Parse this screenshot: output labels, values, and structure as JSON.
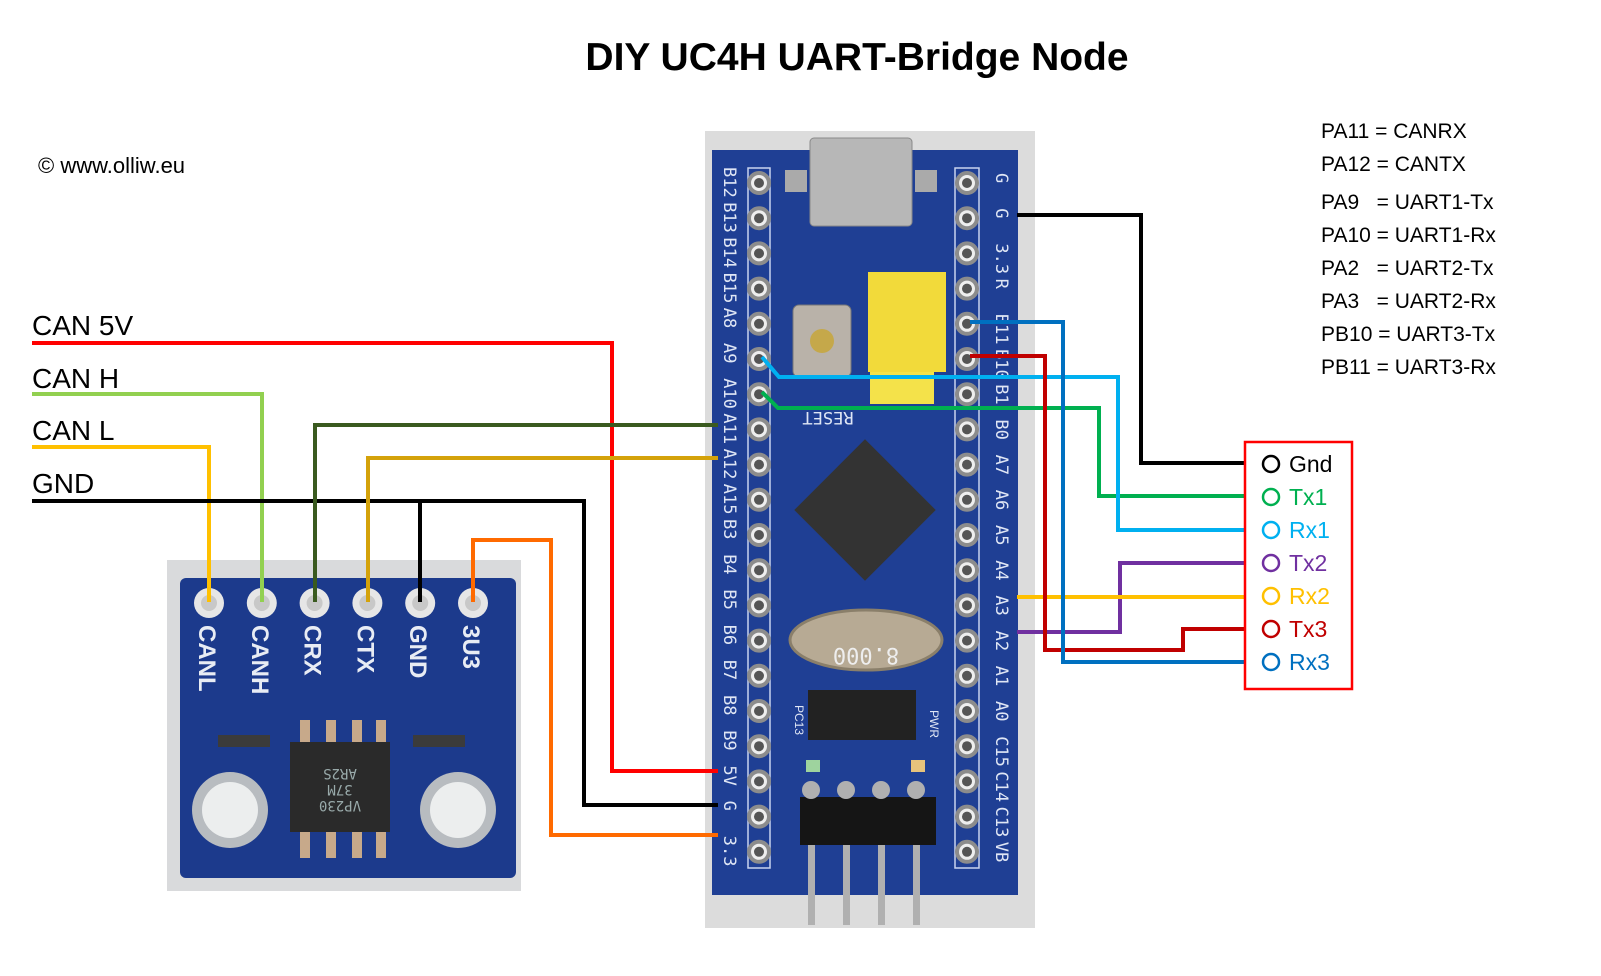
{
  "title": "DIY UC4H UART-Bridge Node",
  "copyright": "© www.olliw.eu",
  "can_bus_labels": [
    "CAN 5V",
    "CAN H",
    "CAN L",
    "GND"
  ],
  "can_module": {
    "pins": [
      "CANL",
      "CANH",
      "CRX",
      "CTX",
      "GND",
      "3U3"
    ],
    "chip_marking": [
      "VP230",
      "37M",
      "AR2S"
    ]
  },
  "mcu_board": {
    "left_pins": [
      "B12",
      "B13",
      "B14",
      "B15",
      "A8",
      "A9",
      "A10",
      "A11",
      "A12",
      "A15",
      "B3",
      "B4",
      "B5",
      "B6",
      "B7",
      "B8",
      "B9",
      "5V",
      "G",
      "3.3"
    ],
    "right_pins": [
      "G",
      "G",
      "3.3",
      "R",
      "B11",
      "B10",
      "B1",
      "B0",
      "A7",
      "A6",
      "A5",
      "A4",
      "A3",
      "A2",
      "A1",
      "A0",
      "C15",
      "C14",
      "C13",
      "VB"
    ],
    "reset_label": "RESET",
    "crystal_marking": "8.000",
    "pwr_label": "PWR",
    "pc13_label": "PC13"
  },
  "pin_map": [
    "PA11 = CANRX",
    "PA12 = CANTX",
    "PA9   = UART1-Tx",
    "PA10 = UART1-Rx",
    "PA2   = UART2-Tx",
    "PA3   = UART2-Rx",
    "PB10 = UART3-Tx",
    "PB11 = UART3-Rx"
  ],
  "connector": {
    "pins": [
      {
        "label": "Gnd",
        "color": "#000000"
      },
      {
        "label": "Tx1",
        "color": "#00b050"
      },
      {
        "label": "Rx1",
        "color": "#00b0f0"
      },
      {
        "label": "Tx2",
        "color": "#7030a0"
      },
      {
        "label": "Rx2",
        "color": "#ffc000"
      },
      {
        "label": "Tx3",
        "color": "#c00000"
      },
      {
        "label": "Rx3",
        "color": "#0070c0"
      }
    ],
    "border_color": "#ff0000"
  },
  "wire_colors": {
    "can_5v": "#ff0000",
    "can_h": "#92d050",
    "can_l": "#ffc000",
    "gnd": "#000000",
    "crx": "#3a5a1f",
    "ctx": "#d4a20a",
    "v33": "#ff6a00"
  }
}
